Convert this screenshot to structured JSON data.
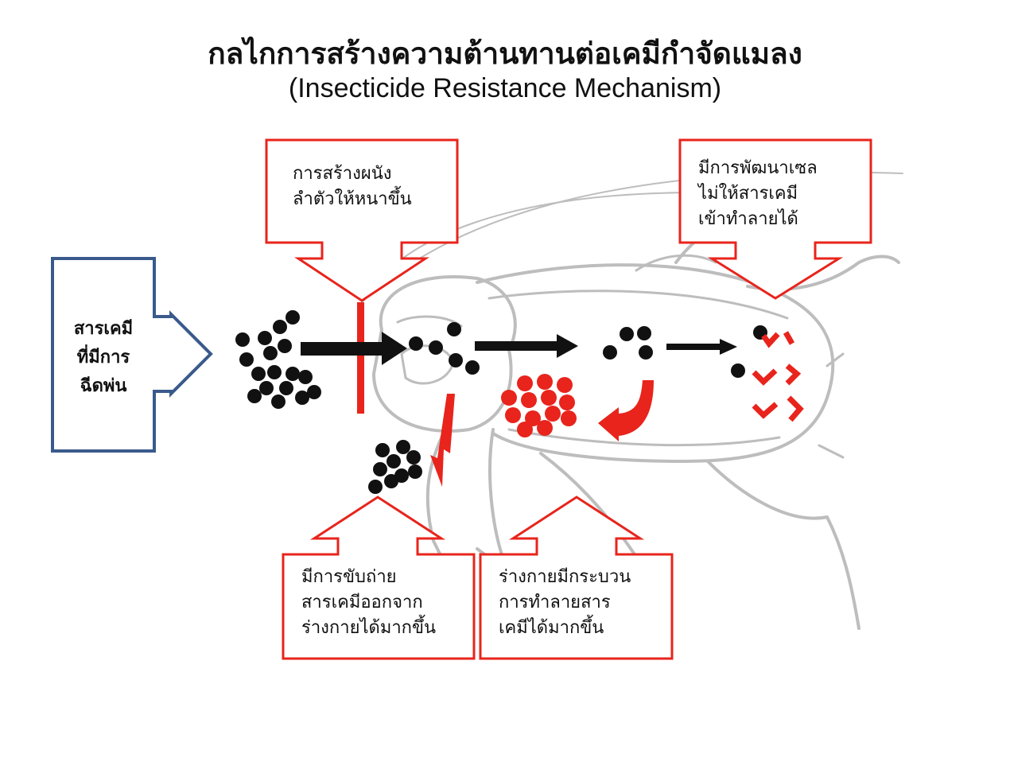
{
  "title": {
    "thai": "กลไกการสร้างความต้านทานต่อเคมีกำจัดแมลง",
    "english": "(Insecticide Resistance Mechanism)"
  },
  "input": {
    "lines": [
      "สารเคมี",
      "ที่มีการ",
      "ฉีดพ่น"
    ]
  },
  "callouts": {
    "cuticle": {
      "lines": [
        "การสร้างผนัง",
        "ลำตัวให้หนาขึ้น"
      ]
    },
    "target_site": {
      "lines": [
        "มีการพัฒนาเซล",
        "ไม่ให้สารเคมี",
        "เข้าทำลายได้"
      ]
    },
    "excretion": {
      "lines": [
        "มีการขับถ่าย",
        "สารเคมีออกจาก",
        "ร่างกายได้มากขึ้น"
      ]
    },
    "metabolism": {
      "lines": [
        "ร่างกายมีกระบวน",
        "การทำลายสาร",
        "เคมีได้มากขึ้น"
      ]
    }
  },
  "colors": {
    "callout_border": "#e8241c",
    "input_border": "#3a5a8c",
    "chemical": "#111111",
    "degraded": "#e8241c",
    "insect_outline": "#bdbdbd"
  }
}
